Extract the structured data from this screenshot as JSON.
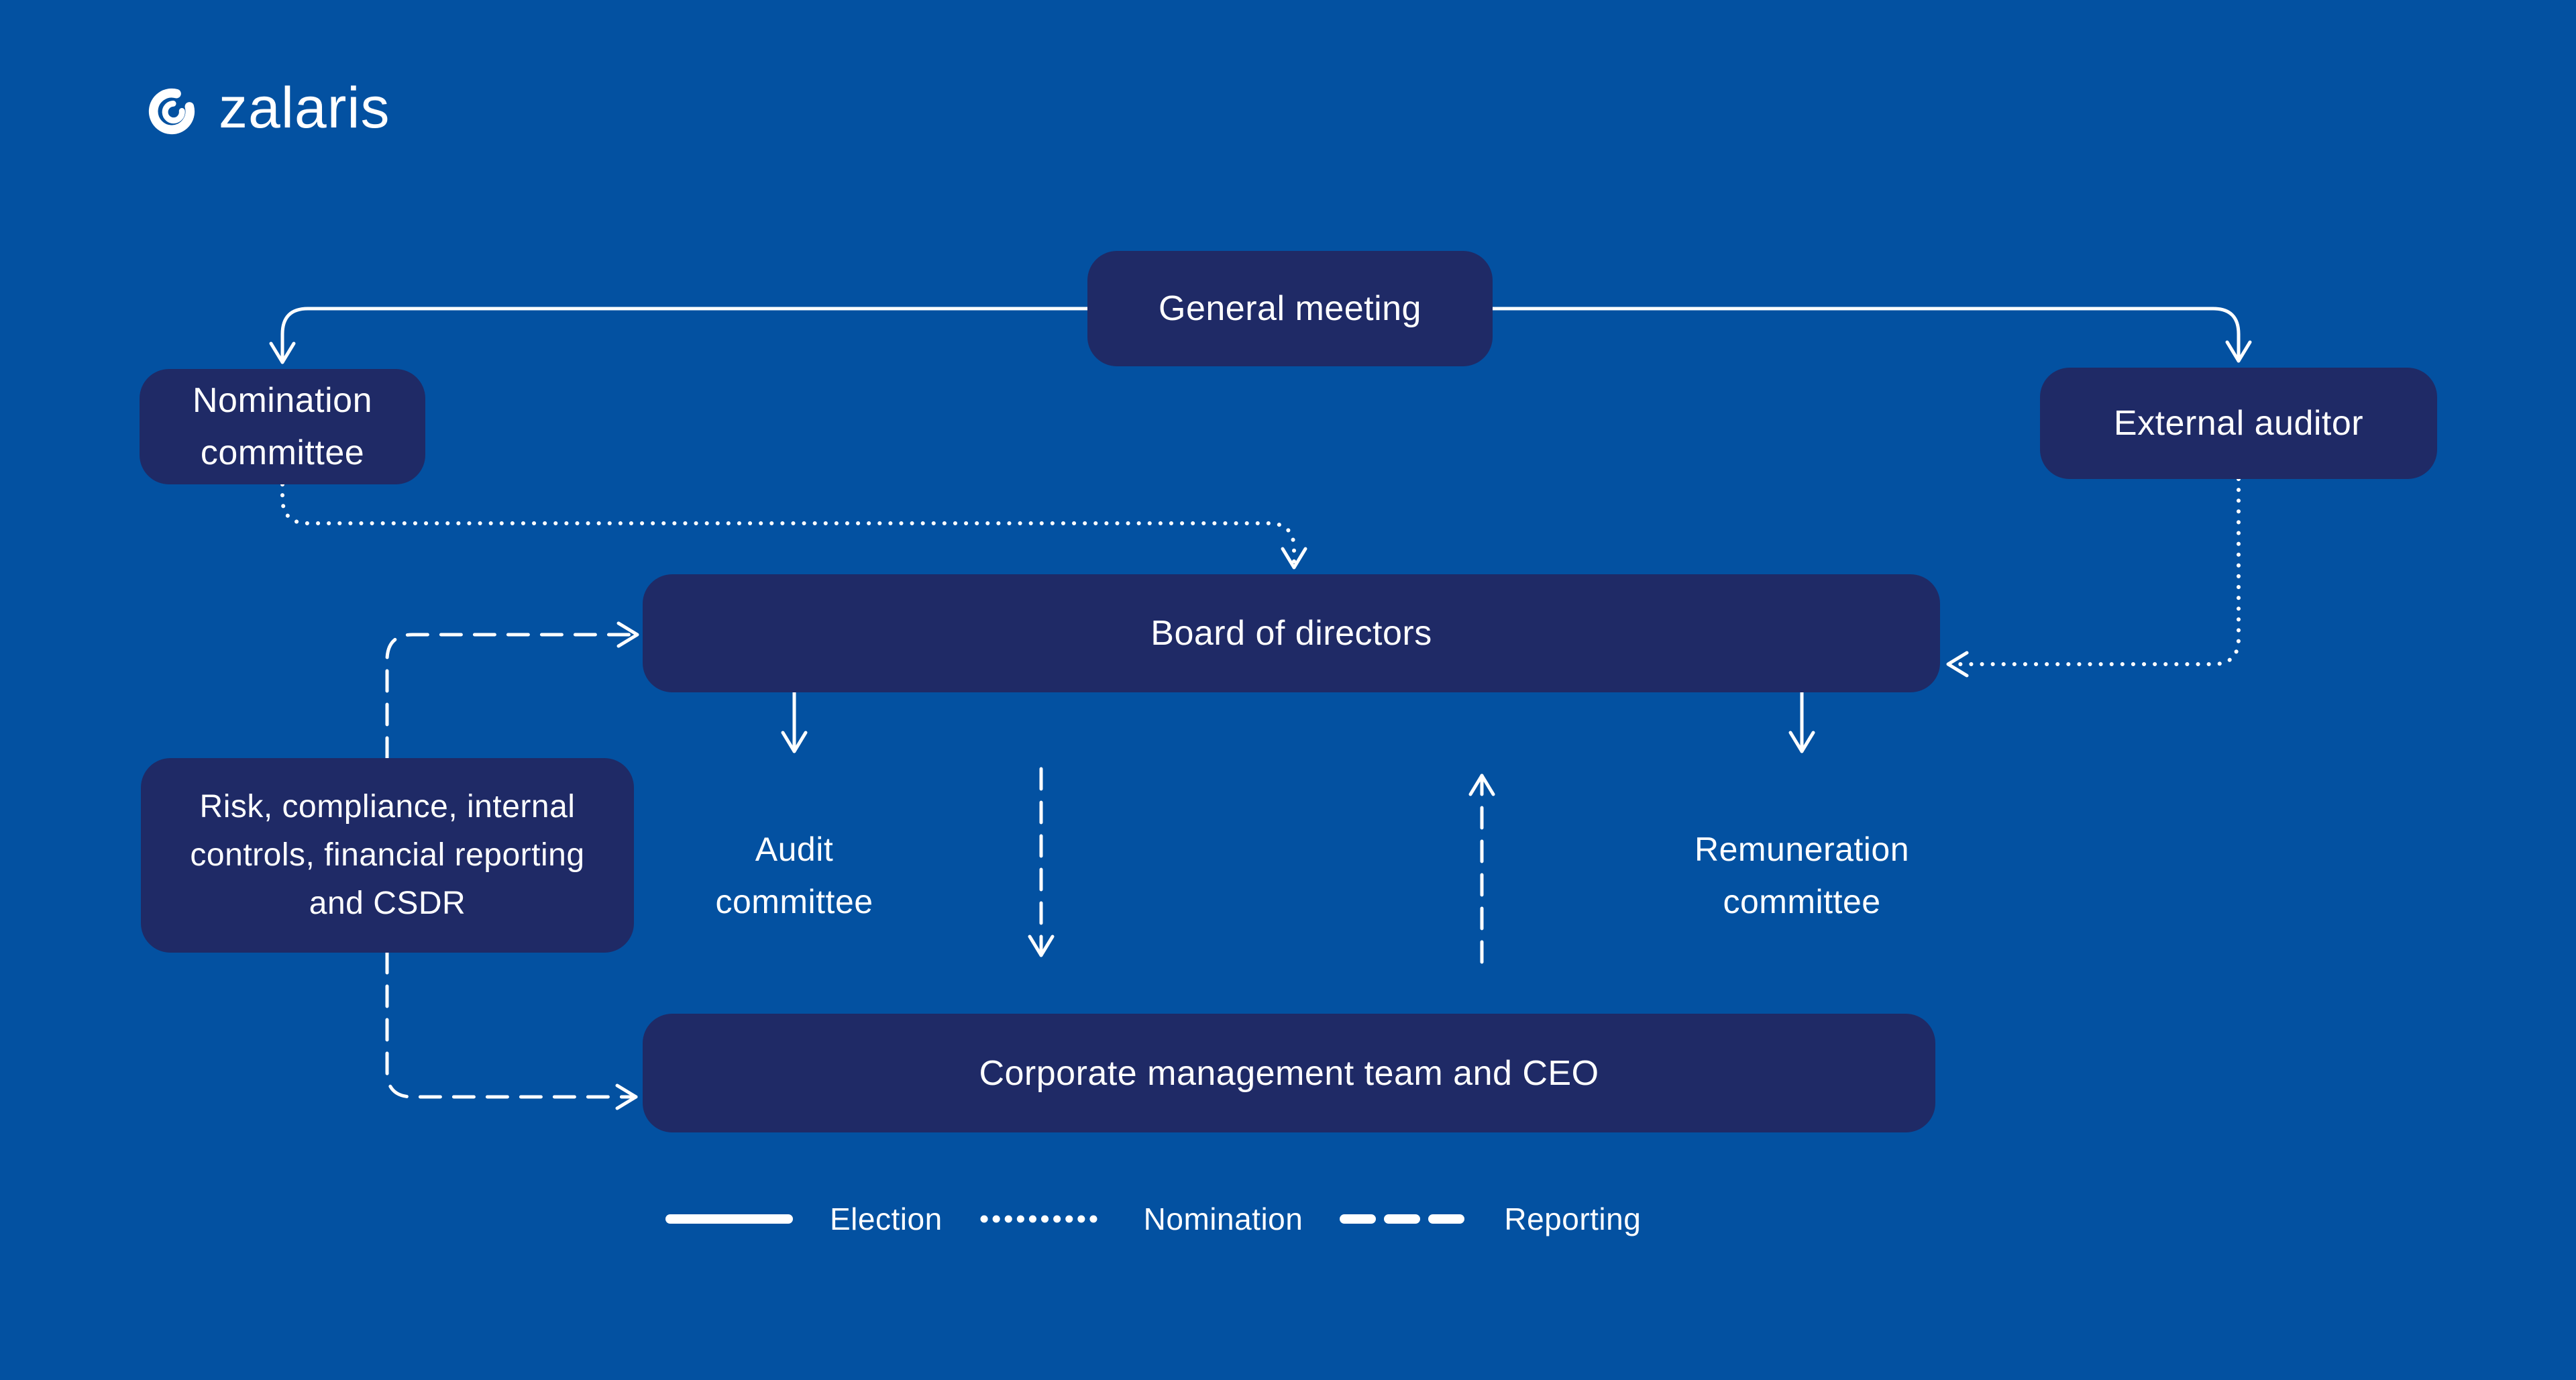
{
  "brand": {
    "name": "zalaris",
    "icon": "zalaris-swirl-icon"
  },
  "colors": {
    "background": "#0351A1",
    "node_fill": "#1F2A66",
    "line": "#FFFFFF",
    "text": "#FFFFFF"
  },
  "nodes": {
    "general_meeting": {
      "label": "General meeting"
    },
    "nomination_committee": {
      "lines": [
        "Nomination",
        "committee"
      ]
    },
    "external_auditor": {
      "label": "External auditor"
    },
    "board_of_directors": {
      "label": "Board of directors"
    },
    "risk_box": {
      "lines": [
        "Risk, compliance, internal",
        "controls, financial reporting",
        "and CSDR"
      ]
    },
    "audit_committee": {
      "lines": [
        "Audit",
        "committee"
      ]
    },
    "remuneration_committee": {
      "lines": [
        "Remuneration",
        "committee"
      ]
    },
    "corporate_management": {
      "label": "Corporate management team and CEO"
    }
  },
  "legend": {
    "items": [
      {
        "style": "solid",
        "label": "Election"
      },
      {
        "style": "dotted",
        "label": "Nomination"
      },
      {
        "style": "dashed",
        "label": "Reporting"
      }
    ]
  }
}
